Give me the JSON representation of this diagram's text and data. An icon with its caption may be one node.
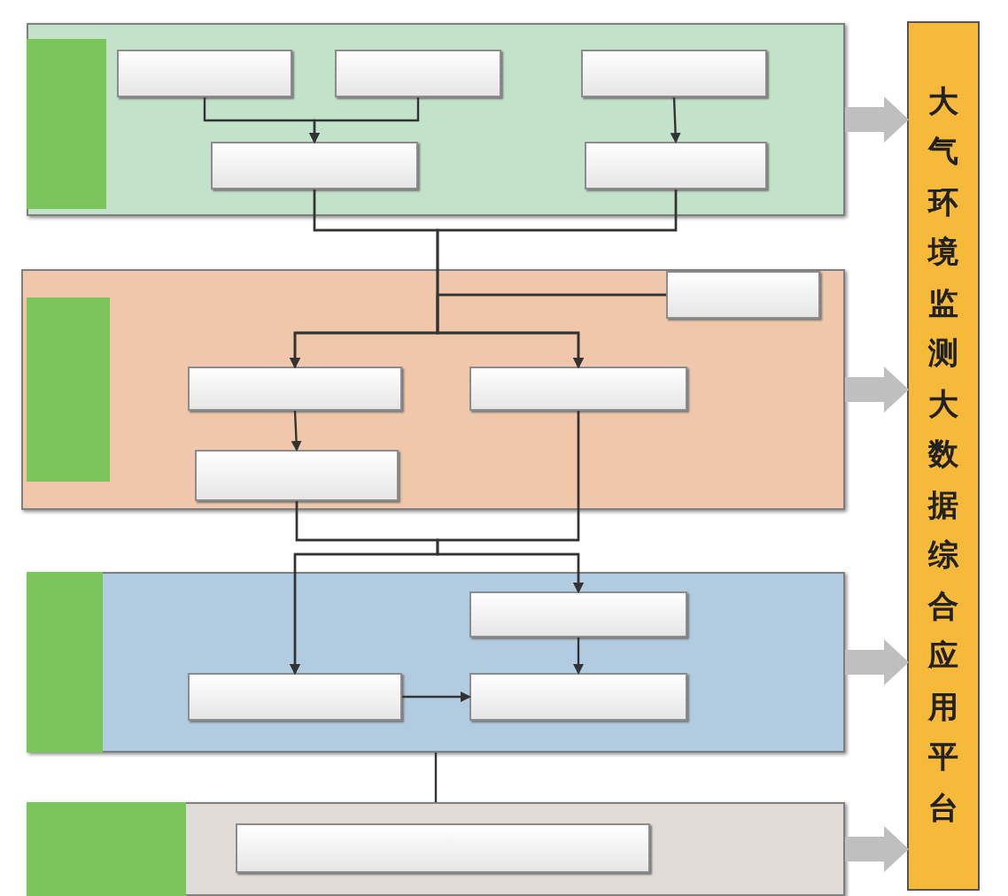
{
  "diagram": {
    "nodes": [
      {
        "text": [],
        "shape": "box"
      },
      {
        "text": [],
        "shape": "box",
        "in": 0
      },
      {
        "text": [],
        "shape": "box",
        "in": 0
      },
      {
        "text": [],
        "shape": "box",
        "in": 0
      },
      {
        "text": [],
        "shape": "box",
        "in": 0
      },
      {
        "text": [],
        "shape": "box",
        "in": 0
      },
      {
        "text": [],
        "shape": "box",
        "in": 0
      },
      {
        "text": [],
        "shape": "box"
      },
      {
        "text": [],
        "shape": "box",
        "in": 7
      },
      {
        "text": [],
        "shape": "box",
        "in": 7
      },
      {
        "text": [],
        "shape": "box",
        "in": 7
      },
      {
        "text": [],
        "shape": "box",
        "in": 7
      },
      {
        "text": [],
        "shape": "box",
        "in": 7
      },
      {
        "text": [],
        "shape": "box"
      },
      {
        "text": [],
        "shape": "box",
        "in": 13
      },
      {
        "text": [],
        "shape": "box",
        "in": 13
      },
      {
        "text": [],
        "shape": "box",
        "in": 13
      },
      {
        "text": [],
        "shape": "box",
        "in": 13
      },
      {
        "text": [],
        "shape": "box"
      },
      {
        "text": [],
        "shape": "box",
        "in": 18
      },
      {
        "text": [],
        "shape": "box",
        "in": 18
      },
      {
        "text": [
          "大气环境监测大数据综合应用平台"
        ]
      }
    ],
    "edges": [
      {
        "from": 2,
        "to": 5,
        "arrow": "to"
      },
      {
        "from": 3,
        "to": 5,
        "arrow": "to"
      },
      {
        "from": 4,
        "to": 6,
        "arrow": "to"
      },
      {
        "from": 5,
        "to": 10,
        "arrow": "to"
      },
      {
        "from": 5,
        "to": 11,
        "arrow": "to"
      },
      {
        "from": 6,
        "to": 10,
        "arrow": "to"
      },
      {
        "from": 6,
        "to": 11,
        "arrow": "to"
      },
      {
        "from": 9,
        "to": 10,
        "arrow": "to"
      },
      {
        "from": 9,
        "to": 11,
        "arrow": "to"
      },
      {
        "from": 10,
        "to": 12,
        "arrow": "to"
      },
      {
        "from": 12,
        "to": 16,
        "arrow": "to"
      },
      {
        "from": 12,
        "to": 15,
        "arrow": "to"
      },
      {
        "from": 11,
        "to": 16,
        "arrow": "to"
      },
      {
        "from": 11,
        "to": 15,
        "arrow": "to"
      },
      {
        "from": 15,
        "to": 17,
        "arrow": "to"
      },
      {
        "from": 16,
        "to": 17,
        "arrow": "to"
      },
      {
        "from": 13,
        "to": 18,
        "arrow": "none"
      },
      {
        "from": 0,
        "to": 21,
        "arrow": "to",
        "style": "thick",
        "color": "#bfbfbf"
      },
      {
        "from": 7,
        "to": 21,
        "arrow": "to",
        "style": "thick",
        "color": "#bfbfbf"
      },
      {
        "from": 13,
        "to": 21,
        "arrow": "to",
        "style": "thick",
        "color": "#bfbfbf"
      },
      {
        "from": 18,
        "to": 21,
        "arrow": "to",
        "style": "thick",
        "color": "#bfbfbf"
      }
    ]
  }
}
